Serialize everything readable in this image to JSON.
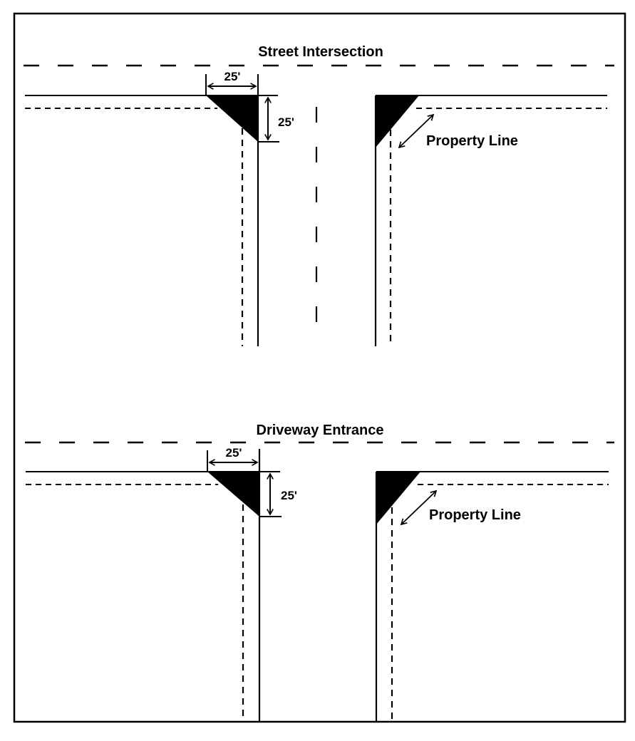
{
  "diagram": {
    "type": "sight-triangle-diagram",
    "colors": {
      "line": "#000000",
      "background": "#ffffff",
      "triangle_fill": "#000000"
    },
    "panels": [
      {
        "id": "street",
        "title": "Street Intersection",
        "horizontal_dimension": "25'",
        "vertical_dimension": "25'",
        "property_line_label": "Property Line",
        "has_center_line": true
      },
      {
        "id": "driveway",
        "title": "Driveway Entrance",
        "horizontal_dimension": "25'",
        "vertical_dimension": "25'",
        "property_line_label": "Property Line",
        "has_center_line": false
      }
    ]
  }
}
